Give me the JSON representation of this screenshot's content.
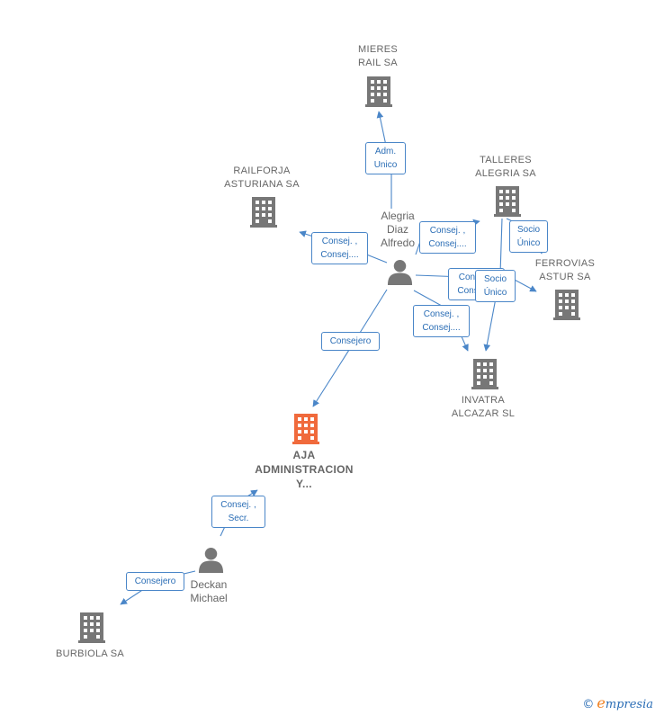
{
  "nodes": {
    "mieres": {
      "lines": [
        "MIERES",
        "RAIL SA"
      ],
      "icon": "building-icon",
      "color": "#777777"
    },
    "railforja": {
      "lines": [
        "RAILFORJA",
        "ASTURIANA SA"
      ],
      "icon": "building-icon",
      "color": "#777777"
    },
    "talleres": {
      "lines": [
        "TALLERES",
        "ALEGRIA SA"
      ],
      "icon": "building-icon",
      "color": "#777777"
    },
    "ferrovias": {
      "lines": [
        "FERROVIAS",
        "ASTUR SA"
      ],
      "icon": "building-icon",
      "color": "#777777"
    },
    "invatra": {
      "lines": [
        "INVATRA",
        "ALCAZAR  SL"
      ],
      "icon": "building-icon",
      "color": "#777777"
    },
    "aja": {
      "lines": [
        "AJA",
        "ADMINISTRACION",
        "Y..."
      ],
      "icon": "building-icon",
      "color": "#f06a3c"
    },
    "burbiola": {
      "lines": [
        "BURBIOLA SA"
      ],
      "icon": "building-icon",
      "color": "#777777"
    },
    "alegria": {
      "lines": [
        "Alegria",
        "Diaz",
        "Alfredo"
      ],
      "icon": "person-icon",
      "color": "#777777"
    },
    "deckan": {
      "lines": [
        "Deckan",
        "Michael"
      ],
      "icon": "person-icon",
      "color": "#777777"
    }
  },
  "edges": {
    "alegria_mieres": [
      "Adm.",
      "Unico"
    ],
    "alegria_railforja": [
      "Consej. ,",
      "Consej...."
    ],
    "alegria_talleres": [
      "Consej. ,",
      "Consej...."
    ],
    "talleres_ferrovias": [
      "Socio",
      "Único"
    ],
    "alegria_ferrovias": [
      "Consej. ,",
      "Consej...."
    ],
    "talleres_invatra": [
      "Socio",
      "Único"
    ],
    "alegria_invatra": [
      "Consej. ,",
      "Consej...."
    ],
    "alegria_aja": [
      "Consejero"
    ],
    "deckan_aja": [
      "Consej. ,",
      "Secr."
    ],
    "deckan_burbiola": [
      "Consejero"
    ]
  },
  "footer": {
    "copyright": "©",
    "brand_initial": "e",
    "brand_rest": "mpresia"
  },
  "colors": {
    "edge": "#4a86c8",
    "edge_text": "#2a6db5",
    "focus": "#f06a3c",
    "node": "#777777"
  }
}
